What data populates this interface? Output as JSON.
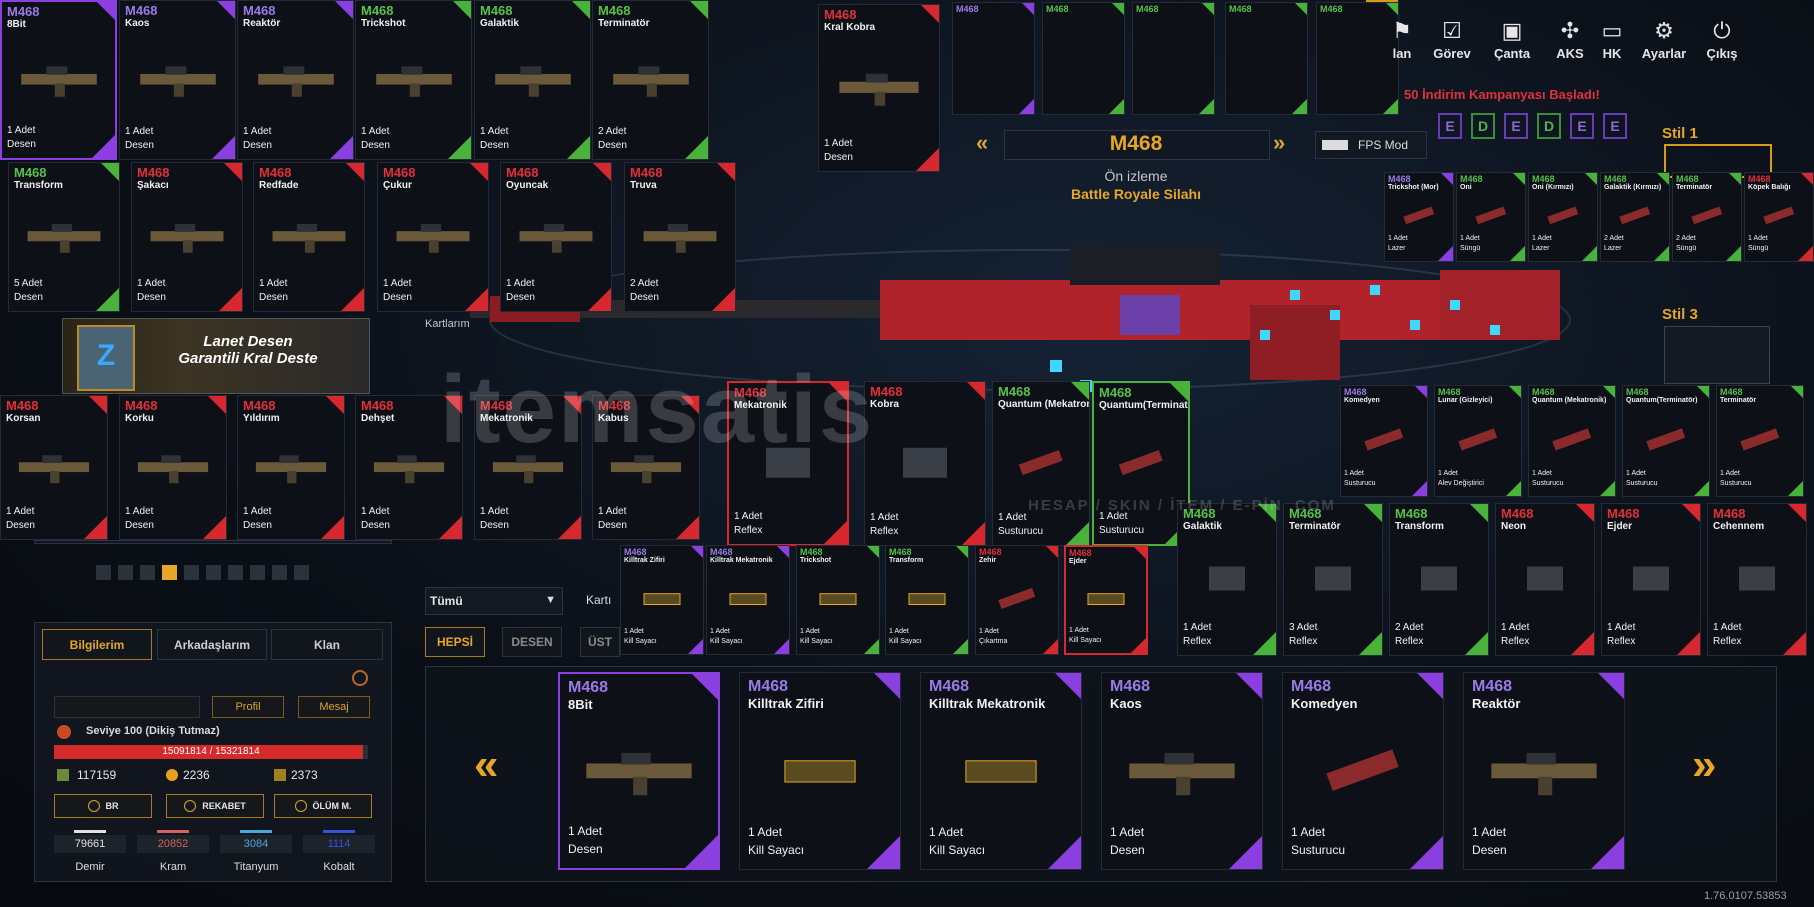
{
  "top_nav": [
    {
      "label": "lan",
      "icon": "clan-icon"
    },
    {
      "label": "Görev",
      "icon": "checklist-icon"
    },
    {
      "label": "Çanta",
      "icon": "briefcase-icon"
    },
    {
      "label": "AKS",
      "icon": "network-icon"
    },
    {
      "label": "HK",
      "icon": "wallet-icon"
    },
    {
      "label": "Ayarlar",
      "icon": "gear-icon"
    },
    {
      "label": "Çıkış",
      "icon": "power-icon"
    }
  ],
  "campaign_text": "50 İndirim Kampanyası Başladı!",
  "weapon_header": {
    "name": "M468",
    "preview": "Ön izleme",
    "type": "Battle Royale Silahı",
    "fps_mode": "FPS Mod",
    "prev": "«",
    "next": "»"
  },
  "e_boxes": [
    "E",
    "D",
    "E",
    "D",
    "E",
    "E"
  ],
  "styles": [
    "Stil 1",
    "Stil 3"
  ],
  "kartlarim": "Kartlarım",
  "deck_banner": "Lanet Desen Garantili Kral Deste",
  "deck_letter": "Z",
  "filter": {
    "select": "Tümü",
    "select_arrow": "▼",
    "kart_label": "Kartı",
    "tabs": [
      "HEPSİ",
      "DESEN",
      "ÜST"
    ]
  },
  "profile_tabs": [
    "Bilgilerim",
    "Arkadaşlarım",
    "Klan"
  ],
  "profile_buttons": [
    "Profil",
    "Mesaj"
  ],
  "player": {
    "level": "Seviye 100 (Dikiş Tutmaz)",
    "xp": "15091814 / 15321814",
    "xp_fraction": 0.985,
    "currency1": "117159",
    "currency2": "2236",
    "currency3": "2373"
  },
  "mode_buttons": [
    "BR",
    "REKABET",
    "ÖLÜM M."
  ],
  "resources": [
    {
      "value": "79661",
      "name": "Demir",
      "color": "#e0e0e0"
    },
    {
      "value": "20852",
      "name": "Kram",
      "color": "#d46060"
    },
    {
      "value": "3084",
      "name": "Titanyum",
      "color": "#4aa8d8"
    },
    {
      "value": "1114",
      "name": "Kobalt",
      "color": "#3355dd"
    }
  ],
  "version": "1.76.0107.53853",
  "carousel_prev": "«",
  "carousel_next": "»",
  "watermark": "itemsatis",
  "watermark_sub": "HESAP / SKIN / İTEM / E-PİN .COM",
  "colors": {
    "purple": "#8b3fe0",
    "green": "#48b23a",
    "red": "#d8282f",
    "accent": "#e6a628"
  },
  "row1": [
    {
      "w": "M468",
      "s": "8Bit",
      "q": "1 Adet",
      "c": "Desen",
      "r": "purple"
    },
    {
      "w": "M468",
      "s": "Kaos",
      "q": "1 Adet",
      "c": "Desen",
      "r": "purple"
    },
    {
      "w": "M468",
      "s": "Reaktör",
      "q": "1 Adet",
      "c": "Desen",
      "r": "purple"
    },
    {
      "w": "M468",
      "s": "Trickshot",
      "q": "1 Adet",
      "c": "Desen",
      "r": "green"
    },
    {
      "w": "M468",
      "s": "Galaktik",
      "q": "1 Adet",
      "c": "Desen",
      "r": "green"
    },
    {
      "w": "M468",
      "s": "Terminatör",
      "q": "2 Adet",
      "c": "Desen",
      "r": "green"
    },
    {
      "w": "M468",
      "s": "Kral Kobra",
      "q": "1 Adet",
      "c": "Desen",
      "r": "red"
    }
  ],
  "mini_top": [
    {
      "w": "M468",
      "r": "purple"
    },
    {
      "w": "M468",
      "r": "green"
    },
    {
      "w": "M468",
      "r": "green"
    },
    {
      "w": "M468",
      "r": "green"
    },
    {
      "w": "M468",
      "r": "green"
    }
  ],
  "row2": [
    {
      "w": "M468",
      "s": "Transform",
      "q": "5 Adet",
      "c": "Desen",
      "r": "green"
    },
    {
      "w": "M468",
      "s": "Şakacı",
      "q": "1 Adet",
      "c": "Desen",
      "r": "red"
    },
    {
      "w": "M468",
      "s": "Redfade",
      "q": "1 Adet",
      "c": "Desen",
      "r": "red"
    },
    {
      "w": "M468",
      "s": "Çukur",
      "q": "1 Adet",
      "c": "Desen",
      "r": "red"
    },
    {
      "w": "M468",
      "s": "Oyuncak",
      "q": "1 Adet",
      "c": "Desen",
      "r": "red"
    },
    {
      "w": "M468",
      "s": "Truva",
      "q": "2 Adet",
      "c": "Desen",
      "r": "red"
    }
  ],
  "row_attach_top": [
    {
      "w": "M468",
      "s": "Trickshot (Mor)",
      "q": "1 Adet",
      "c": "Lazer",
      "r": "purple"
    },
    {
      "w": "M468",
      "s": "Oni",
      "q": "1 Adet",
      "c": "Süngü",
      "r": "green"
    },
    {
      "w": "M468",
      "s": "Oni (Kırmızı)",
      "q": "1 Adet",
      "c": "Lazer",
      "r": "green"
    },
    {
      "w": "M468",
      "s": "Galaktik (Kırmızı)",
      "q": "2 Adet",
      "c": "Lazer",
      "r": "green"
    },
    {
      "w": "M468",
      "s": "Terminatör",
      "q": "2 Adet",
      "c": "Süngü",
      "r": "green"
    },
    {
      "w": "M468",
      "s": "Köpek Balığı",
      "q": "1 Adet",
      "c": "Süngü",
      "r": "red"
    }
  ],
  "row3": [
    {
      "w": "M468",
      "s": "Korsan",
      "q": "1 Adet",
      "c": "Desen",
      "r": "red"
    },
    {
      "w": "M468",
      "s": "Korku",
      "q": "1 Adet",
      "c": "Desen",
      "r": "red"
    },
    {
      "w": "M468",
      "s": "Yıldırım",
      "q": "1 Adet",
      "c": "Desen",
      "r": "red"
    },
    {
      "w": "M468",
      "s": "Dehşet",
      "q": "1 Adet",
      "c": "Desen",
      "r": "red"
    },
    {
      "w": "M468",
      "s": "Mekatronik",
      "q": "1 Adet",
      "c": "Desen",
      "r": "red"
    },
    {
      "w": "M468",
      "s": "Kabus",
      "q": "1 Adet",
      "c": "Desen",
      "r": "red"
    }
  ],
  "row3_scope": [
    {
      "w": "M468",
      "s": "Mekatronik",
      "q": "1 Adet",
      "c": "Reflex",
      "r": "red"
    },
    {
      "w": "M468",
      "s": "Kobra",
      "q": "1 Adet",
      "c": "Reflex",
      "r": "red"
    },
    {
      "w": "M468",
      "s": "Quantum (Mekatronik)",
      "q": "1 Adet",
      "c": "Susturucu",
      "r": "green"
    },
    {
      "w": "M468",
      "s": "Quantum(Terminatör)",
      "q": "1 Adet",
      "c": "Susturucu",
      "r": "green"
    }
  ],
  "row3_right": [
    {
      "w": "M468",
      "s": "Komedyen",
      "q": "1 Adet",
      "c": "Susturucu",
      "r": "purple"
    },
    {
      "w": "M468",
      "s": "Lunar (Gizleyici)",
      "q": "1 Adet",
      "c": "Alev Değiştirici",
      "r": "green"
    },
    {
      "w": "M468",
      "s": "Quantum (Mekatronik)",
      "q": "1 Adet",
      "c": "Susturucu",
      "r": "green"
    },
    {
      "w": "M468",
      "s": "Quantum(Terminatör)",
      "q": "1 Adet",
      "c": "Susturucu",
      "r": "green"
    },
    {
      "w": "M468",
      "s": "Terminatör",
      "q": "1 Adet",
      "c": "Susturucu",
      "r": "green"
    }
  ],
  "row4_killtrak": [
    {
      "w": "M468",
      "s": "Killtrak Zifiri",
      "q": "1 Adet",
      "c": "Kill Sayacı",
      "r": "purple"
    },
    {
      "w": "M468",
      "s": "Killtrak Mekatronik",
      "q": "1 Adet",
      "c": "Kill Sayacı",
      "r": "purple"
    },
    {
      "w": "M468",
      "s": "Trickshot",
      "q": "1 Adet",
      "c": "Kill Sayacı",
      "r": "green"
    },
    {
      "w": "M468",
      "s": "Transform",
      "q": "1 Adet",
      "c": "Kill Sayacı",
      "r": "green"
    },
    {
      "w": "M468",
      "s": "Zehir",
      "q": "1 Adet",
      "c": "Çıkartma",
      "r": "red"
    },
    {
      "w": "M468",
      "s": "Ejder",
      "q": "1 Adet",
      "c": "Kill Sayacı",
      "r": "red"
    }
  ],
  "row4_reflex": [
    {
      "w": "M468",
      "s": "Galaktik",
      "q": "1 Adet",
      "c": "Reflex",
      "r": "green"
    },
    {
      "w": "M468",
      "s": "Terminatör",
      "q": "3 Adet",
      "c": "Reflex",
      "r": "green"
    },
    {
      "w": "M468",
      "s": "Transform",
      "q": "2 Adet",
      "c": "Reflex",
      "r": "green"
    },
    {
      "w": "M468",
      "s": "Neon",
      "q": "1 Adet",
      "c": "Reflex",
      "r": "red"
    },
    {
      "w": "M468",
      "s": "Ejder",
      "q": "1 Adet",
      "c": "Reflex",
      "r": "red"
    },
    {
      "w": "M468",
      "s": "Cehennem",
      "q": "1 Adet",
      "c": "Reflex",
      "r": "red"
    }
  ],
  "carousel": [
    {
      "w": "M468",
      "s": "8Bit",
      "q": "1 Adet",
      "c": "Desen",
      "r": "purple"
    },
    {
      "w": "M468",
      "s": "Killtrak Zifiri",
      "q": "1 Adet",
      "c": "Kill Sayacı",
      "r": "purple"
    },
    {
      "w": "M468",
      "s": "Killtrak Mekatronik",
      "q": "1 Adet",
      "c": "Kill Sayacı",
      "r": "purple"
    },
    {
      "w": "M468",
      "s": "Kaos",
      "q": "1 Adet",
      "c": "Desen",
      "r": "purple"
    },
    {
      "w": "M468",
      "s": "Komedyen",
      "q": "1 Adet",
      "c": "Susturucu",
      "r": "purple"
    },
    {
      "w": "M468",
      "s": "Reaktör",
      "q": "1 Adet",
      "c": "Desen",
      "r": "purple"
    }
  ]
}
